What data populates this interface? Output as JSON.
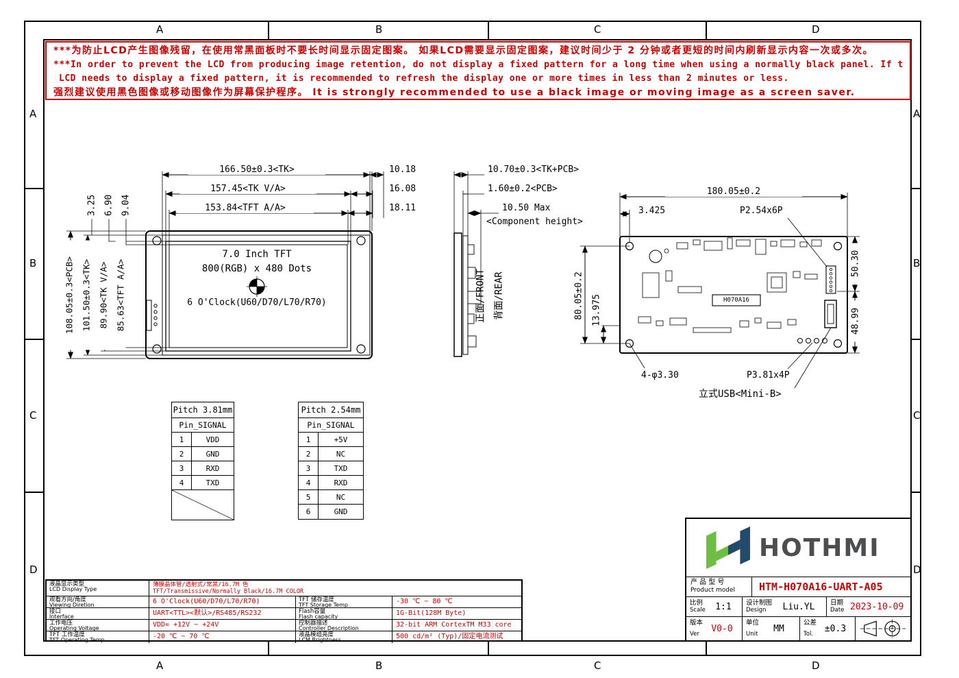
{
  "colors": {
    "accent_red": "#cc0000",
    "logo_green": "#6fbe44",
    "logo_navy": "#234a6b",
    "brand_gray": "#4d4e50"
  },
  "frame": {
    "cols": [
      "A",
      "B",
      "C",
      "D"
    ],
    "rows": [
      "A",
      "B",
      "C",
      "D"
    ]
  },
  "warning": {
    "line1": "***为防止LCD产生图像残留，在使用常黑面板时不要长时间显示固定图案。 如果LCD需要显示固定图案，建议时间少于 2 分钟或者更短的时间内刷新显示内容一次或多次。",
    "line2": "***In order to prevent the LCD from producing image retention, do not display a fixed pattern for a long time when using a normally black panel. If the",
    "line3": "LCD needs to display a fixed pattern, it is recommended to refresh the display one or more times in less than 2 minutes or less.",
    "line4": "强烈建议使用黑色图像或移动图像作为屏幕保护程序。 It is strongly recommended to use a black image or moving image as a screen saver."
  },
  "front_view": {
    "line1": "7.0 Inch TFT",
    "line2": "800(RGB) x 480 Dots",
    "line3": "6 O'Clock(U60/D70/L70/R70)",
    "dim_tk": "166.50±0.3<TK>",
    "dim_tkva": "157.45<TK V/A>",
    "dim_tftaa": "153.84<TFT A/A>",
    "dim_r1": "10.18",
    "dim_r2": "16.08",
    "dim_r3": "18.11",
    "dim_t1": "3.25",
    "dim_t2": "6.90",
    "dim_t3": "9.04",
    "dim_h_pcb": "108.05±0.3<PCB>",
    "dim_h_tk": "101.50±0.3<TK>",
    "dim_h_tkva": "89.90<TK V/A>",
    "dim_h_tftaa": "85.63<TFT A/A>"
  },
  "side_view": {
    "front_label": "正面/FRONT",
    "rear_label": "背面/REAR",
    "dim1": "10.70±0.3<TK+PCB>",
    "dim2": "1.60±0.2<PCB>",
    "dim3": "10.50 Max",
    "dim3b": "<Component height>"
  },
  "rear_view": {
    "dim_width": "180.05±0.2",
    "dim_hole_offset": "3.425",
    "conn_top": "P2.54x6P",
    "dim_right_top": "50.30",
    "dim_right_bottom": "48.99",
    "dim_left": "80.05±0.2",
    "dim_left_b": "13.975",
    "holes": "4-φ3.30",
    "conn_bottom": "P3.81x4P",
    "usb": "立式USB<Mini-B>",
    "board_label": "H070A16"
  },
  "pin_table_1": {
    "title": "Pitch 3.81mm",
    "header": "Pin_SIGNAL",
    "rows": [
      [
        "1",
        "VDD"
      ],
      [
        "2",
        "GND"
      ],
      [
        "3",
        "RXD"
      ],
      [
        "4",
        "TXD"
      ]
    ]
  },
  "pin_table_2": {
    "title": "Pitch 2.54mm",
    "header": "Pin_SIGNAL",
    "rows": [
      [
        "1",
        "+5V"
      ],
      [
        "2",
        "NC"
      ],
      [
        "3",
        "TXD"
      ],
      [
        "4",
        "RXD"
      ],
      [
        "5",
        "NC"
      ],
      [
        "6",
        "GND"
      ]
    ]
  },
  "spec_table": {
    "r1_cn": "液晶显示类型",
    "r1_en": "LCD Display Type",
    "r1_v1": "薄膜晶体管/透射式/常黑/16.7M 色",
    "r1_v2": "TFT/Transmissive/Normally Black/16.7M COLOR",
    "left": [
      {
        "cn": "观看方向/角度",
        "en": "Viewing Diretion",
        "v": "6 O'Clock(U60/D70/L70/R70)"
      },
      {
        "cn": "接口",
        "en": "Interface",
        "v": "UART<TTL><默认>/RS485/RS232"
      },
      {
        "cn": "工作电压",
        "en": "Operating Voltage",
        "v": "VDD= +12V ~ +24V"
      },
      {
        "cn": "TFT 工作温度",
        "en": "TFT Operating Temp",
        "v": "-20 ℃ ~ 70 ℃"
      }
    ],
    "right": [
      {
        "cn": "TFT 储存温度",
        "en": "TFT Storage Temp",
        "v": "-30 ℃ ~ 80 ℃"
      },
      {
        "cn": "Flash容量",
        "en": "Flash capacity",
        "v": "1G-Bit(128M Byte)"
      },
      {
        "cn": "控制器描述",
        "en": "Controller Description",
        "v": "32-bit ARM CortexTM M33 core"
      },
      {
        "cn": "液晶模组亮度",
        "en": "LCM Brightness",
        "v": "500 cd/m² (Typ)/固定电流测试"
      }
    ]
  },
  "title_block": {
    "brand": "HOTHMI",
    "product_cn": "产 品 型 号",
    "product_en": "Product model",
    "model": "HTM-H070A16-UART-A05",
    "scale_cn": "比例",
    "scale_en": "Scale",
    "scale_v": "1:1",
    "design_cn": "设计制图",
    "design_en": "Design",
    "design_v": "Liu.YL",
    "date_cn": "日期",
    "date_en": "Date",
    "date_v": "2023-10-09",
    "ver_cn": "版本",
    "ver_en": "Ver",
    "ver_v": "V0-0",
    "unit_cn": "单位",
    "unit_en": "Unit",
    "unit_v": "MM",
    "tol_cn": "公差",
    "tol_en": "Tol.",
    "tol_v": "±0.3"
  }
}
